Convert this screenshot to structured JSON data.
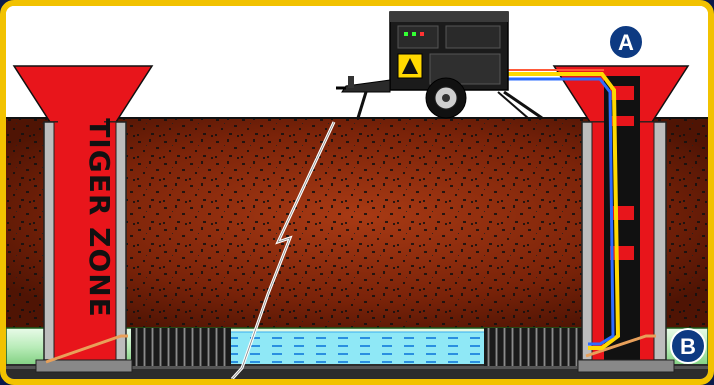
{
  "left_manhole": {
    "label": "TIGER ZONE"
  },
  "right_manhole": {
    "label": ""
  },
  "markers": {
    "a": {
      "label": "A"
    },
    "b": {
      "label": "B"
    }
  },
  "colors": {
    "frame": "#f2c200",
    "ground": "#6b1e08",
    "ground_highlight": "#a83a14",
    "funnel_red": "#e8151b",
    "pipe_green": "#c8f0c8",
    "water": "#8fe8f6",
    "badge": "#0d3a82",
    "hose_yellow": "#ffd800",
    "hose_blue": "#2d6cff"
  }
}
